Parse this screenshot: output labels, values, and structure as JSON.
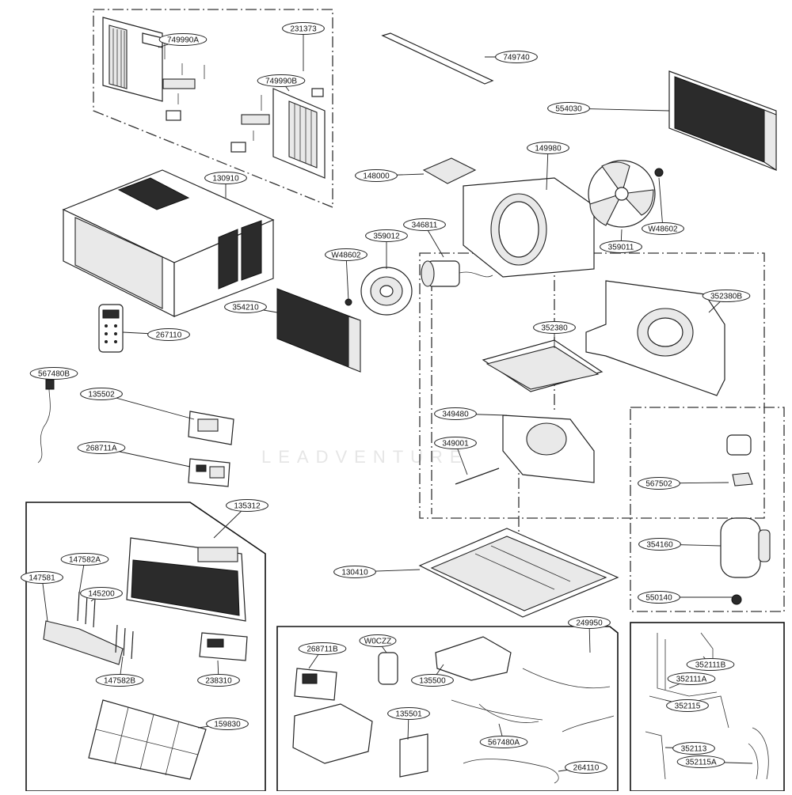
{
  "diagram": {
    "watermark": "LEADVENTURE",
    "part_labels": [
      "749990A",
      "231373",
      "749740",
      "554030",
      "749990B",
      "149980",
      "148000",
      "130910",
      "346811",
      "359012",
      "W48602",
      "W48602",
      "359011",
      "354210",
      "352380B",
      "267110",
      "352380",
      "567480B",
      "135502",
      "349480",
      "349001",
      "268711A",
      "567502",
      "135312",
      "354160",
      "130410",
      "147582A",
      "147581",
      "145200",
      "550140",
      "249950",
      "268711B",
      "W0CZZ",
      "135500",
      "352111B",
      "352111A",
      "238310",
      "147582B",
      "352115",
      "135501",
      "159830",
      "567480A",
      "352113",
      "264110",
      "352115A"
    ]
  }
}
